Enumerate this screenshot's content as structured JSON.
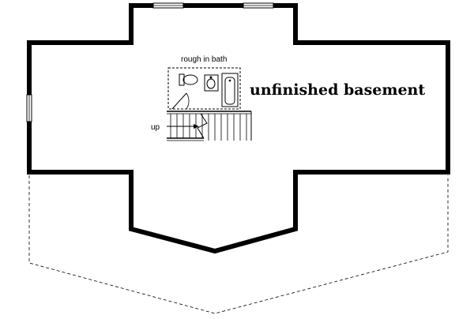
{
  "labels": {
    "room": "unfinished basement",
    "bath": "rough in bath",
    "stair": "up"
  },
  "colors": {
    "wall": "#000000",
    "line": "#000000",
    "background": "#ffffff"
  }
}
